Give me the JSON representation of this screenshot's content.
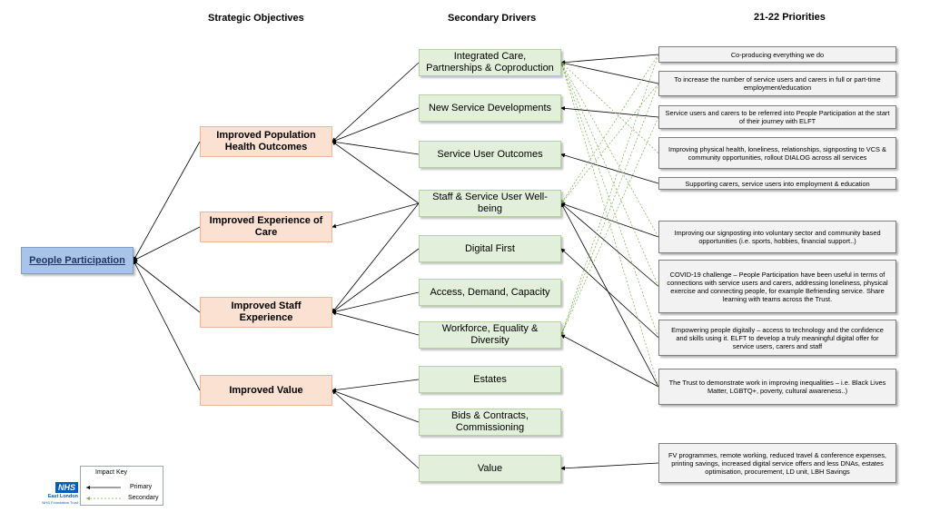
{
  "headers": {
    "strategic": "Strategic Objectives",
    "secondary": "Secondary Drivers",
    "priorities": "21-22 Priorities"
  },
  "root": {
    "label": "People Participation"
  },
  "objectives": [
    "Improved Population Health Outcomes",
    "Improved Experience of Care",
    "Improved Staff Experience",
    "Improved Value"
  ],
  "drivers": [
    "Integrated Care, Partnerships & Coproduction",
    "New Service Developments",
    "Service User Outcomes",
    "Staff & Service User Well-being",
    "Digital First",
    "Access, Demand, Capacity",
    "Workforce, Equality & Diversity",
    "Estates",
    "Bids & Contracts, Commissioning",
    "Value"
  ],
  "priorities": [
    "Co-producing everything we do",
    "To increase the number of service users and carers in full or part-time employment/education",
    "Service users and carers to be referred into People Participation at the start of their journey with ELFT",
    "Improving physical health, loneliness, relationships, signposting to VCS & community opportunities, rollout DIALOG across all services",
    "Supporting carers, service users into employment & education",
    "Improving our signposting into voluntary sector and community based opportunities (i.e. sports, hobbies, financial support..)",
    "COVID-19 challenge – People Participation have been useful in terms of connections with service users and carers, addressing loneliness, physical exercise and connecting people, for example Befriending service. Share learning with teams across the Trust.",
    "Empowering people digitally – access to technology and the confidence and skills using it. ELFT to develop a truly meaningful digital offer for service users, carers and staff",
    "The Trust to demonstrate work in improving inequalities – i.e. Black Lives Matter, LGBTQ+, poverty, cultural awareness..)",
    "FV programmes, remote working, reduced travel & conference expenses, printing savings, increased digital service offers and less DNAs, estates optimisation, procurement, LD unit, LBH Savings"
  ],
  "key": {
    "title": "Impact Key",
    "primary": "Primary",
    "secondary": "Secondary"
  },
  "logo": {
    "badge": "NHS",
    "org": "East London",
    "trust": "NHS Foundation Trust"
  },
  "colors": {
    "primary_line": "#000000",
    "secondary_line": "#7bb050",
    "objective_fill": "#fbe1d2",
    "driver_fill": "#e2efda",
    "root_fill": "#a9c4e8",
    "nhs_blue": "#005eb8"
  },
  "links": {
    "root_to_objectives": "primary",
    "objective_to_drivers": [
      [
        0,
        0
      ],
      [
        0,
        1
      ],
      [
        0,
        2
      ],
      [
        0,
        3
      ],
      [
        1,
        3
      ],
      [
        2,
        3
      ],
      [
        2,
        4
      ],
      [
        2,
        5
      ],
      [
        2,
        6
      ],
      [
        3,
        7
      ],
      [
        3,
        8
      ],
      [
        3,
        9
      ]
    ],
    "driver_to_priority_primary": [
      [
        0,
        0
      ],
      [
        0,
        1
      ],
      [
        1,
        2
      ],
      [
        2,
        4
      ],
      [
        3,
        5
      ],
      [
        3,
        6
      ],
      [
        3,
        8
      ],
      [
        4,
        7
      ],
      [
        6,
        8
      ],
      [
        9,
        9
      ]
    ],
    "driver_to_priority_secondary": [
      [
        0,
        3
      ],
      [
        0,
        5
      ],
      [
        0,
        6
      ],
      [
        0,
        7
      ],
      [
        0,
        8
      ],
      [
        3,
        0
      ],
      [
        3,
        1
      ],
      [
        6,
        0
      ],
      [
        6,
        1
      ],
      [
        6,
        2
      ]
    ]
  }
}
